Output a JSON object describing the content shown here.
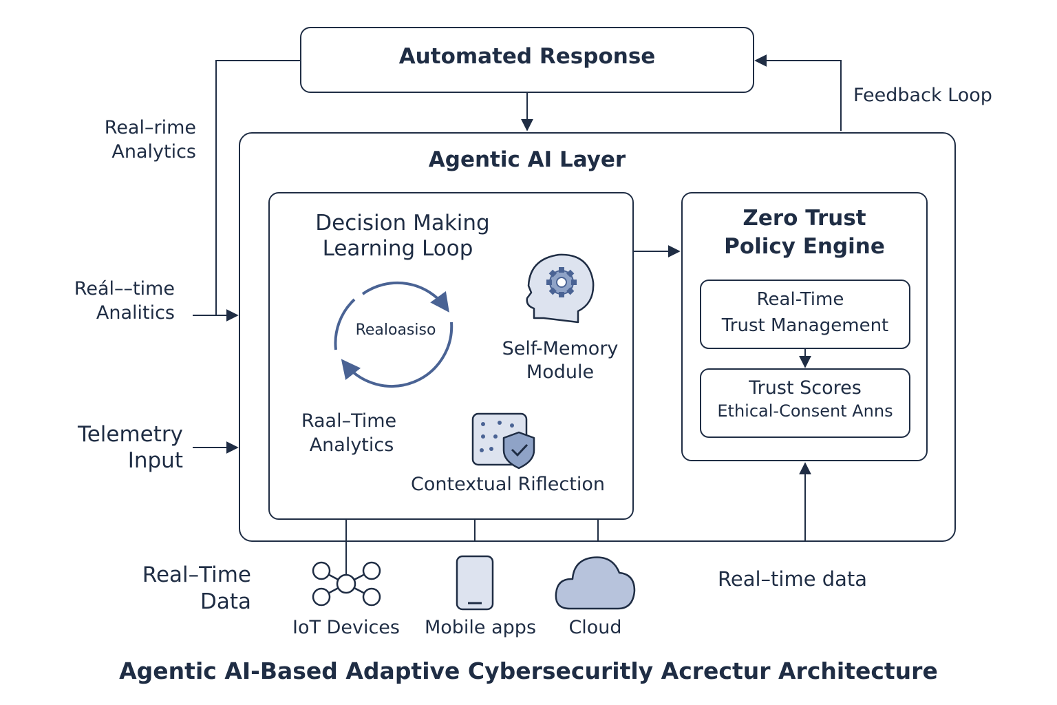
{
  "diagram": {
    "title": "Agentic AI-Based Adaptive Cybersecuritly Acrectur Architecture",
    "automated_response": "Automated Response",
    "agentic_layer": "Agentic AI Layer",
    "decision_box": {
      "title_line1": "Decision Making",
      "title_line2": "Learning Loop",
      "cycle_label": "Realoasiso",
      "analytics_line1": "Raal–Time",
      "analytics_line2": "Analytics",
      "memory_line1": "Self-Memory",
      "memory_line2": "Module",
      "reflection": "Contextual Riflection"
    },
    "zero_trust": {
      "title_line1": "Zero Trust",
      "title_line2": "Policy Engine",
      "trust_mgmt_line1": "Real-Time",
      "trust_mgmt_line2": "Trust Management",
      "trust_scores_line1": "Trust Scores",
      "trust_scores_line2": "Ethical-Consent Anns"
    },
    "left_labels": {
      "analytics_top_line1": "Real–rime",
      "analytics_top_line2": "Analytics",
      "analytics_mid_line1": "Reál––time",
      "analytics_mid_line2": "Analitics",
      "telemetry_line1": "Telemetry",
      "telemetry_line2": "Input",
      "data_line1": "Real–Time",
      "data_line2": "Data"
    },
    "right_labels": {
      "feedback": "Feedback Loop",
      "realtime_data": "Real–time data"
    },
    "sources": [
      {
        "label": "IoT Devices",
        "icon": "iot-network-icon"
      },
      {
        "label": "Mobile apps",
        "icon": "mobile-phone-icon"
      },
      {
        "label": "Cloud",
        "icon": "cloud-icon"
      }
    ],
    "colors": {
      "stroke": "#1f2d44",
      "accent": "#4a6394",
      "icon_fill": "#dde3ef"
    }
  }
}
